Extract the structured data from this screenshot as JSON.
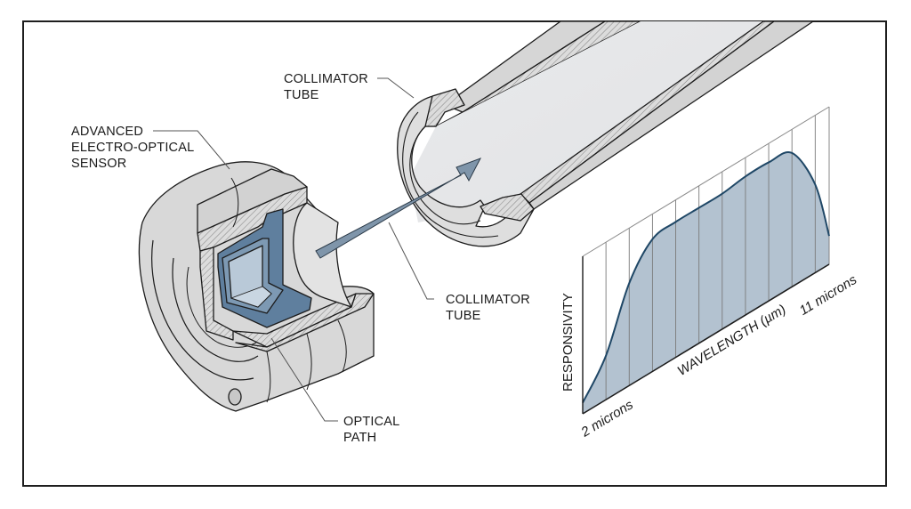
{
  "labels": {
    "sensor": [
      "ADVANCED",
      "ELECTRO-OPTICAL",
      "SENSOR"
    ],
    "collimator_top": [
      "COLLIMATOR",
      "TUBE"
    ],
    "collimator_mid": [
      "COLLIMATOR",
      "TUBE"
    ],
    "optical_path": [
      "OPTICAL",
      "PATH"
    ]
  },
  "colors": {
    "metal": "#d9d9d9",
    "metal_light": "#e6e7e8",
    "metal_dark": "#c4c4c4",
    "detector_blue": "#5f7f9e",
    "detector_light": "#b9c9d8",
    "arrow": "#7f95aa",
    "curve": "#1f4766",
    "curve_fill": "#b3c2d0"
  },
  "chart_data": {
    "type": "area",
    "title": "",
    "xlabel": "WAVELENGTH (µm)",
    "ylabel": "RESPONSIVITY",
    "x_tick_labels": [
      {
        "x": 2,
        "label": "2 microns"
      },
      {
        "x": 11,
        "label": "11 microns"
      }
    ],
    "xlim": [
      1,
      11.6
    ],
    "ylim": [
      0,
      1
    ],
    "grid": "vertical",
    "projection": "oblique",
    "x": [
      1,
      2,
      3,
      4,
      5,
      6,
      7,
      8,
      9,
      10,
      11,
      11.6
    ],
    "values": [
      0.07,
      0.28,
      0.65,
      0.84,
      0.86,
      0.86,
      0.86,
      0.88,
      0.88,
      0.85,
      0.56,
      0.18
    ]
  }
}
